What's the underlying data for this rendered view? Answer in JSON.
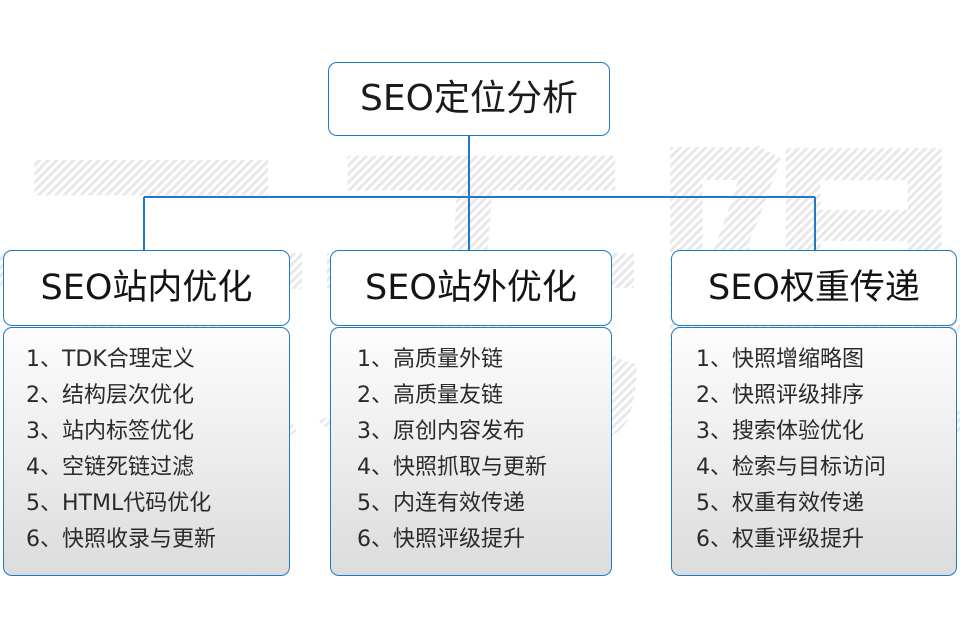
{
  "diagram": {
    "root": {
      "label": "SEO定位分析"
    },
    "watermark": {
      "text": "云无限",
      "color": "#ededed"
    },
    "accent_color": "#2079c7",
    "columns": [
      {
        "header": "SEO站内优化",
        "items": [
          "1、TDK合理定义",
          "2、结构层次优化",
          "3、站内标签优化",
          "4、空链死链过滤",
          "5、HTML代码优化",
          "6、快照收录与更新"
        ]
      },
      {
        "header": "SEO站外优化",
        "items": [
          "1、高质量外链",
          "2、高质量友链",
          "3、原创内容发布",
          "4、快照抓取与更新",
          "5、内连有效传递",
          "6、快照评级提升"
        ]
      },
      {
        "header": "SEO权重传递",
        "items": [
          "1、快照增缩略图",
          "2、快照评级排序",
          "3、搜索体验优化",
          "4、检索与目标访问",
          "5、权重有效传递",
          "6、权重评级提升"
        ]
      }
    ]
  }
}
